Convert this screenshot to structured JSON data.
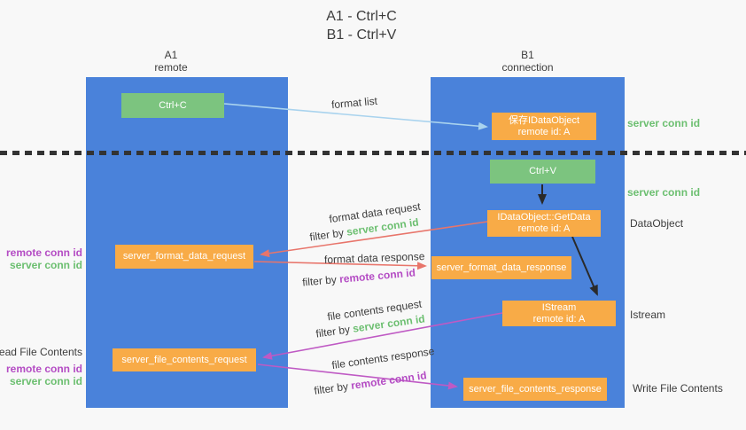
{
  "title": {
    "line1": "A1 - Ctrl+C",
    "line2": "B1 - Ctrl+V"
  },
  "columns": {
    "left": {
      "name": "A1",
      "role": "remote"
    },
    "right": {
      "name": "B1",
      "role": "connection"
    }
  },
  "nodes": {
    "ctrl_c": {
      "label": "Ctrl+C"
    },
    "save_dataobject": {
      "line1": "保存IDataObject",
      "line2": "remote id: A"
    },
    "ctrl_v": {
      "label": "Ctrl+V"
    },
    "getdata": {
      "line1": "IDataObject::GetData",
      "line2": "remote id: A"
    },
    "server_format_data_request": {
      "label": "server_format_data_request"
    },
    "server_format_data_response": {
      "label": "server_format_data_response"
    },
    "istream": {
      "line1": "IStream",
      "line2": "remote id: A"
    },
    "server_file_contents_request": {
      "label": "server_file_contents_request"
    },
    "server_file_contents_response": {
      "label": "server_file_contents_response"
    }
  },
  "edges": {
    "format_list": {
      "label": "format list"
    },
    "format_data_request": {
      "label": "format data request",
      "filter_prefix": "filter by",
      "filter_key": "server conn id"
    },
    "format_data_response": {
      "label": "format data response",
      "filter_prefix": "filter by",
      "filter_key": "remote conn id"
    },
    "file_contents_request": {
      "label": "file contents request",
      "filter_prefix": "filter by",
      "filter_key": "server conn id"
    },
    "file_contents_response": {
      "label": "file contents response",
      "filter_prefix": "filter by",
      "filter_key": "remote conn id"
    }
  },
  "side_labels": {
    "right_server_conn_id_top": "server conn id",
    "right_server_conn_id_mid": "server conn id",
    "right_dataobject": "DataObject",
    "right_istream": "Istream",
    "right_write_file_contents": "Write File Contents",
    "left_remote_conn_id_top": "remote conn id",
    "left_server_conn_id_top": "server conn id",
    "left_read_file_contents": "Read File Contents",
    "left_remote_conn_id_bottom": "remote conn id",
    "left_server_conn_id_bottom": "server conn id"
  },
  "colors": {
    "background": "#f8f8f8",
    "column_blue": "#4a82da",
    "node_green": "#7cc47f",
    "node_orange": "#f8ab47",
    "arrow_lightblue": "#a9d3ee",
    "arrow_black": "#2a2a2a",
    "arrow_red": "#e8756b",
    "arrow_purple": "#bf5ac4",
    "text_dark": "#3d3d3d",
    "text_green": "#6cbf70",
    "text_purple": "#b44cc4",
    "dotted_line": "#333333"
  }
}
